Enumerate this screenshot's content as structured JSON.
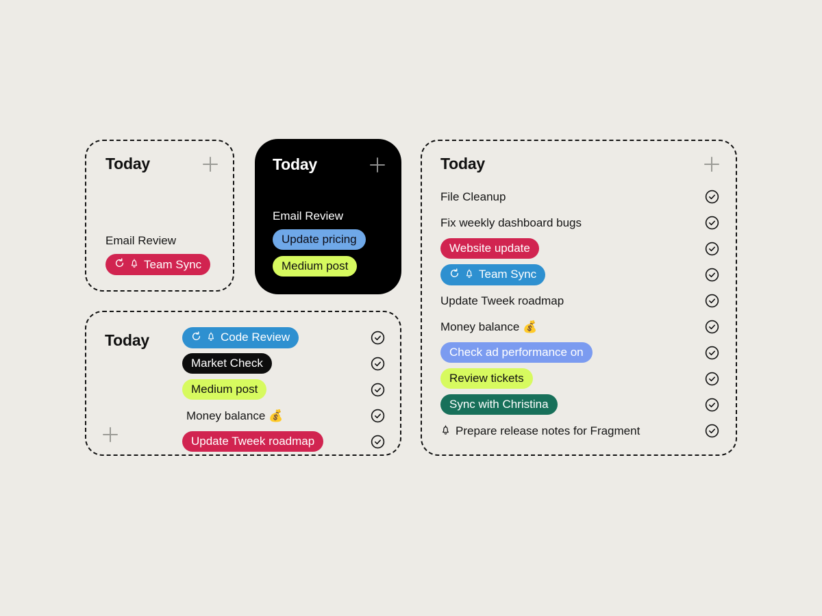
{
  "theme": {
    "background": "#edebe6",
    "ink": "#141414",
    "plus_gray": "#9a9a95",
    "colors": {
      "crimson": "#d12450",
      "blue": "#2e90d0",
      "periwinkle": "#7b9bf0",
      "lime": "#d7fa5f",
      "black": "#0d0d0d",
      "green": "#18705a"
    }
  },
  "cards": {
    "compact": {
      "title": "Today",
      "add_label": "+",
      "items": [
        {
          "text": "Email Review",
          "style": "plain",
          "icons": []
        },
        {
          "text": "Team Sync",
          "style": "crimson",
          "icons": [
            "repeat-icon",
            "bell-icon"
          ]
        }
      ]
    },
    "dark": {
      "title": "Today",
      "add_label": "+",
      "items": [
        {
          "text": "Email Review",
          "style": "plain-light",
          "icons": []
        },
        {
          "text": "Update pricing",
          "style": "softblue",
          "icons": []
        },
        {
          "text": "Medium post",
          "style": "lime",
          "icons": []
        }
      ]
    },
    "list": {
      "title": "Today",
      "add_label": "+",
      "items": [
        {
          "text": "Code Review",
          "style": "blue",
          "icons": [
            "repeat-icon",
            "bell-icon"
          ],
          "check": true
        },
        {
          "text": "Market Check",
          "style": "black",
          "icons": [],
          "check": true
        },
        {
          "text": "Medium post",
          "style": "lime",
          "icons": [],
          "check": true
        },
        {
          "text": "Money balance 💰",
          "style": "plain",
          "icons": [],
          "check": true
        },
        {
          "text": "Update Tweek roadmap",
          "style": "crimson",
          "icons": [],
          "check": true
        }
      ]
    },
    "full": {
      "title": "Today",
      "add_label": "+",
      "items": [
        {
          "text": "File Cleanup",
          "style": "plain",
          "icons": [],
          "check": true
        },
        {
          "text": "Fix weekly dashboard bugs",
          "style": "plain",
          "icons": [],
          "check": true
        },
        {
          "text": "Website update",
          "style": "crimson",
          "icons": [],
          "check": true
        },
        {
          "text": "Team Sync",
          "style": "blue",
          "icons": [
            "repeat-icon",
            "bell-icon"
          ],
          "check": true
        },
        {
          "text": "Update Tweek roadmap",
          "style": "plain",
          "icons": [],
          "check": true
        },
        {
          "text": "Money balance 💰",
          "style": "plain",
          "icons": [],
          "check": true
        },
        {
          "text": "Check ad performance on",
          "style": "peri",
          "icons": [],
          "check": true
        },
        {
          "text": "Review tickets",
          "style": "lime",
          "icons": [],
          "check": true
        },
        {
          "text": "Sync with Christina",
          "style": "green",
          "icons": [],
          "check": true
        },
        {
          "text": "Prepare release notes for Fragment",
          "style": "plain",
          "icons": [
            "bell-icon"
          ],
          "check": true
        }
      ]
    }
  }
}
